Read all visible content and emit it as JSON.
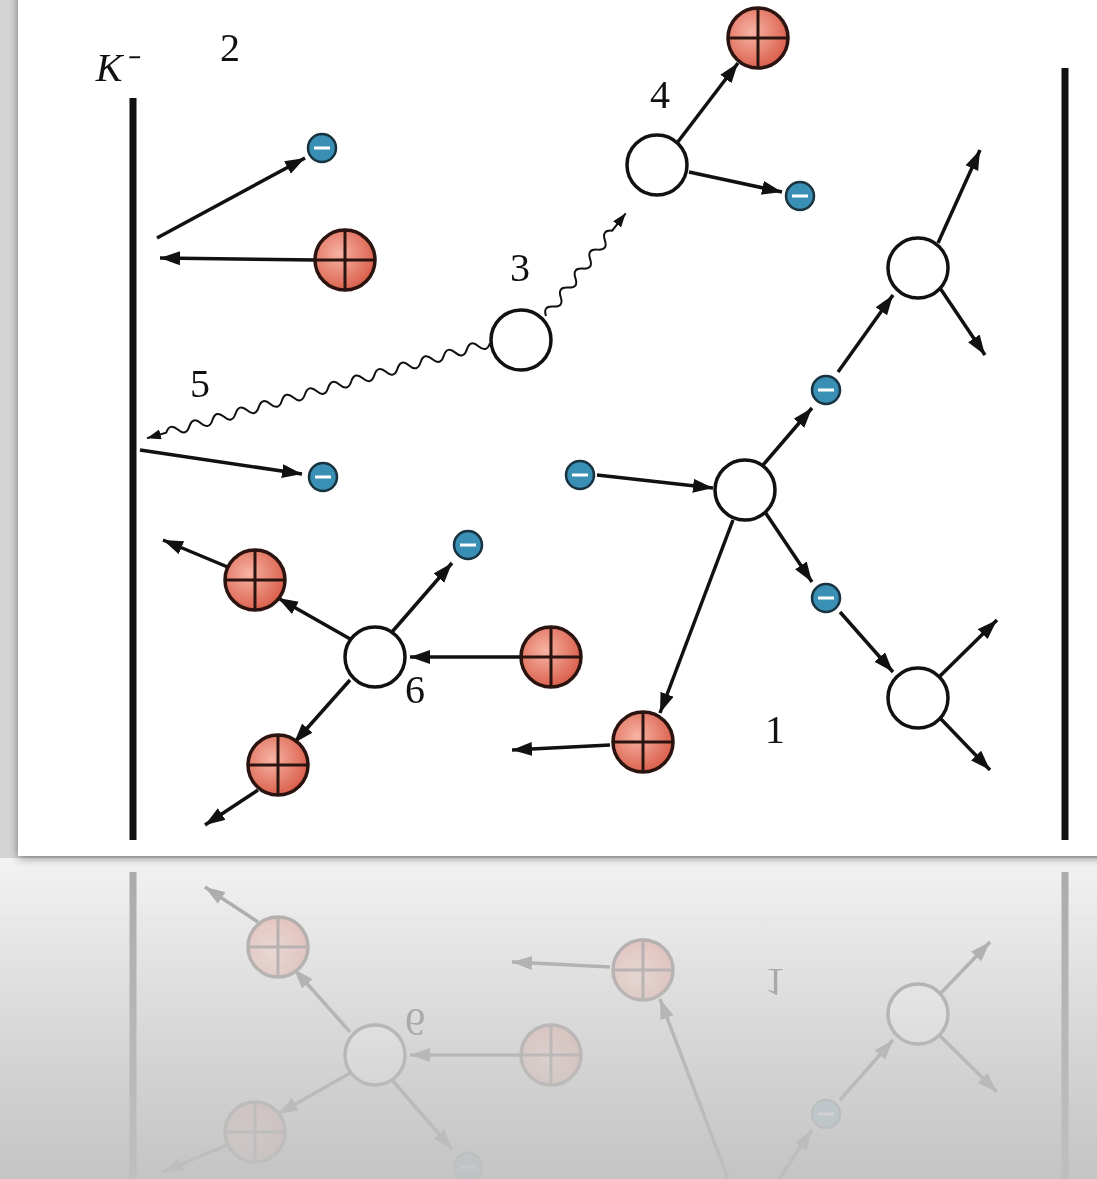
{
  "diagram": {
    "labels": [
      "K⁻",
      "2",
      "4",
      "3",
      "5",
      "1",
      "6",
      "6",
      "1"
    ]
  }
}
